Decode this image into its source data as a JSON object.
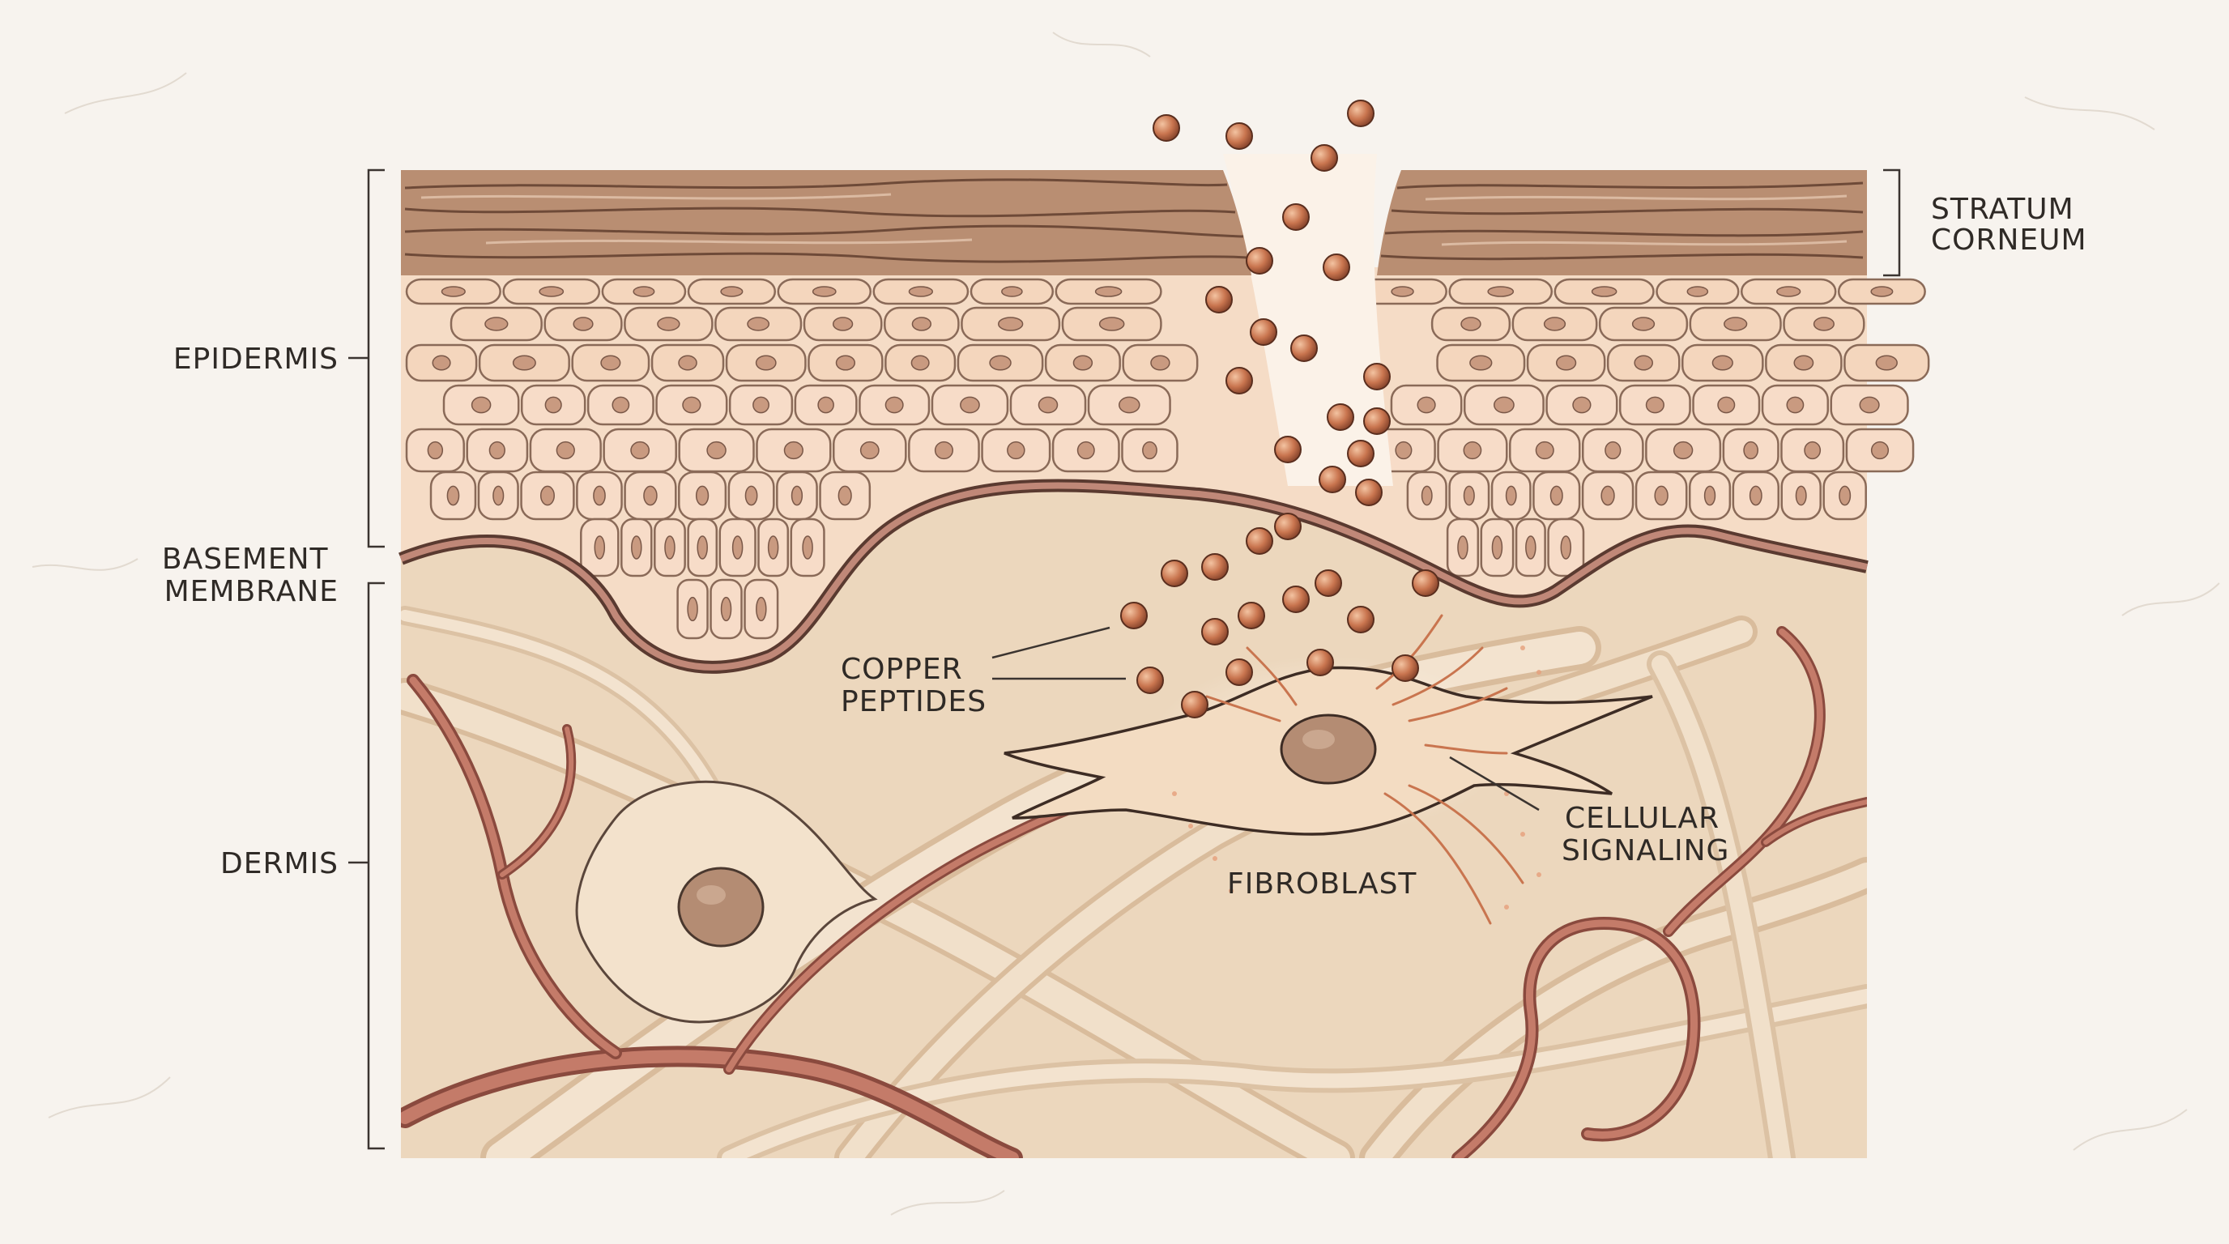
{
  "labels": {
    "stratum_corneum": [
      "STRATUM",
      "CORNEUM"
    ],
    "epidermis": "EPIDERMIS",
    "basement_membrane": [
      "BASEMENT",
      "MEMBRANE"
    ],
    "dermis": "DERMIS",
    "copper_peptides": [
      "COPPER",
      "PEPTIDES"
    ],
    "fibroblast": "FIBROBLAST",
    "cellular_signaling": [
      "CELLULAR",
      "SIGNALING"
    ]
  },
  "colors": {
    "background": "#f7f3ee",
    "stratum_corneum": "#b98e72",
    "epidermis_cells": "#f2cfb3",
    "dermis": "#ecd7bd",
    "blood_vessel": "#b96a5a",
    "copper_peptide": "#c9754f",
    "ink": "#2f2a26"
  }
}
